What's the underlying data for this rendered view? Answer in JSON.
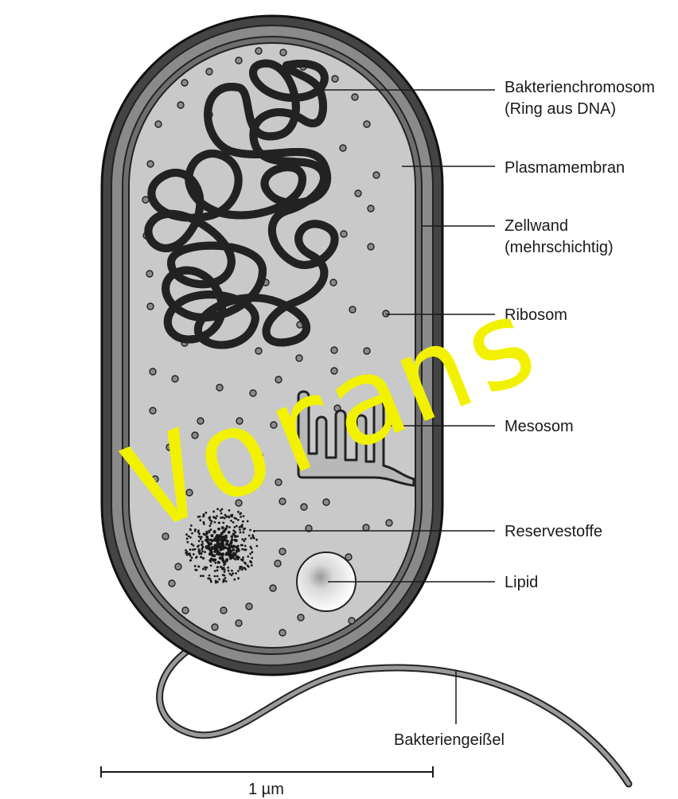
{
  "labels": {
    "chromosome_line1": "Bakterienchromosom",
    "chromosome_line2": "(Ring aus DNA)",
    "plasma_membrane": "Plasmamembran",
    "cell_wall_line1": "Zellwand",
    "cell_wall_line2": "(mehrschichtig)",
    "ribosome": "Ribosom",
    "mesosome": "Mesosom",
    "reserve": "Reservestoffe",
    "lipid": "Lipid",
    "flagellum": "Bakteriengeißel"
  },
  "scale_bar": {
    "label": "1 µm"
  },
  "watermark": {
    "text": "Vorans"
  },
  "colors": {
    "outer_wall": "#3a3a3a",
    "wall_fill": "#7a7a7a",
    "cytoplasm": "#c8c8c8",
    "outline": "#222222",
    "watermark": "#f2f200"
  }
}
